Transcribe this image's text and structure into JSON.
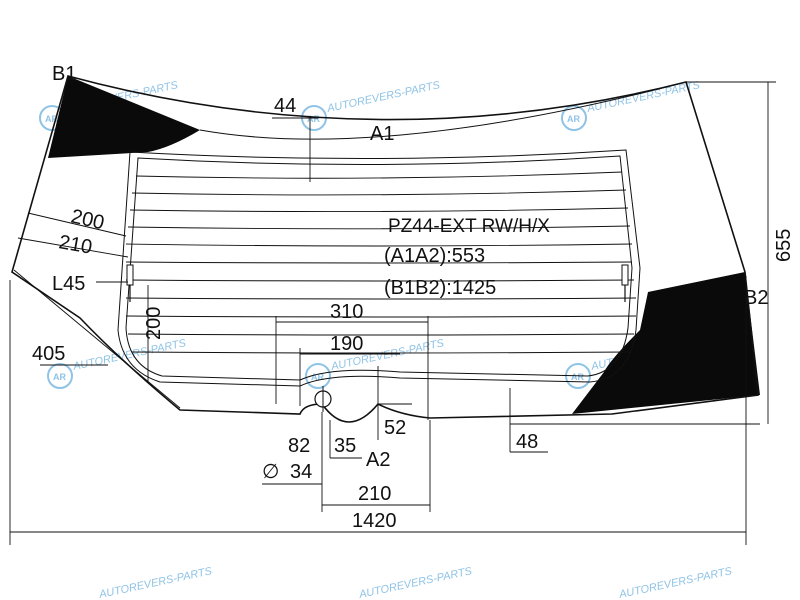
{
  "diagram": {
    "part_code": "PZ44-EXT RW/H/X",
    "span_a": "(A1A2):553",
    "span_b": "(B1B2):1425",
    "points": {
      "a1": "A1",
      "a2": "A2",
      "b1": "B1",
      "b2": "B2"
    },
    "dimensions": {
      "d44": "44",
      "d200_top": "200",
      "d210": "210",
      "l45": "L45",
      "d200_side": "200",
      "d405": "405",
      "d310": "310",
      "d190": "190",
      "d52": "52",
      "d48": "48",
      "d82": "82",
      "d35": "35",
      "d34": "34",
      "d210_bottom": "210",
      "d1420": "1420",
      "d655": "655"
    },
    "diameter_symbol": "∅",
    "watermark": "AUTOREVERS-PARTS",
    "watermark_logo": "AR"
  },
  "colors": {
    "line": "#111111",
    "black_band": "#0a0a0a",
    "watermark": "#8fc3e6"
  }
}
